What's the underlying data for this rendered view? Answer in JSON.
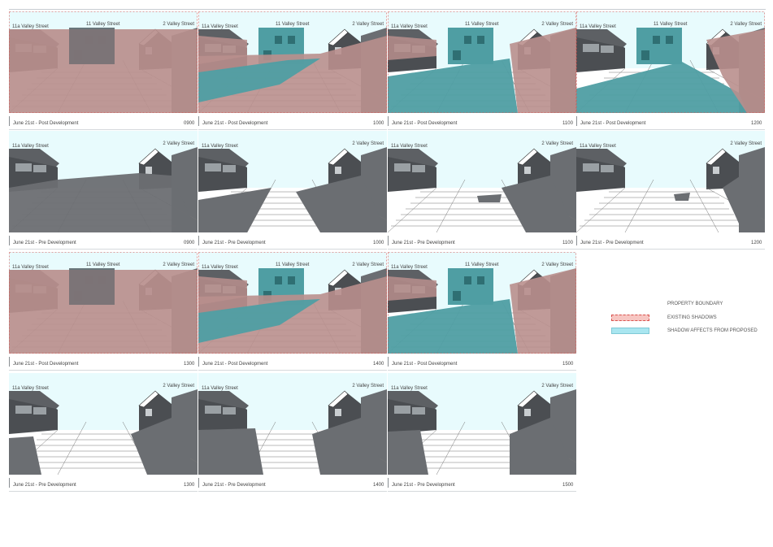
{
  "street_labels": {
    "left": "11a Valley Street",
    "center": "11 Valley Street",
    "right": "2 Valley Street"
  },
  "rows": [
    {
      "row_id": "post-1",
      "condition": "post",
      "panels": [
        {
          "caption": "June 21st - Post Development",
          "time": "0900"
        },
        {
          "caption": "June 21st - Post Development",
          "time": "1000"
        },
        {
          "caption": "June 21st - Post Development",
          "time": "1100"
        },
        {
          "caption": "June 21st - Post Development",
          "time": "1200"
        }
      ]
    },
    {
      "row_id": "pre-1",
      "condition": "pre",
      "panels": [
        {
          "caption": "June 21st - Pre Development",
          "time": "0900"
        },
        {
          "caption": "June 21st - Pre Development",
          "time": "1000"
        },
        {
          "caption": "June 21st - Pre Development",
          "time": "1100"
        },
        {
          "caption": "June 21st - Pre Development",
          "time": "1200"
        }
      ]
    },
    {
      "row_id": "post-2",
      "condition": "post",
      "panels": [
        {
          "caption": "June 21st - Post Development",
          "time": "1300"
        },
        {
          "caption": "June 21st - Post Development",
          "time": "1400"
        },
        {
          "caption": "June 21st - Post Development",
          "time": "1500"
        }
      ]
    },
    {
      "row_id": "pre-2",
      "condition": "pre",
      "panels": [
        {
          "caption": "June 21st - Pre Development",
          "time": "1300"
        },
        {
          "caption": "June 21st - Pre Development",
          "time": "1400"
        },
        {
          "caption": "June 21st - Pre Development",
          "time": "1500"
        }
      ]
    }
  ],
  "legend": {
    "items": [
      {
        "label": "PROPERTY BOUNDARY",
        "swatch": "none"
      },
      {
        "label": "EXISTING SHADOWS",
        "swatch": "existing"
      },
      {
        "label": "SHADOW AFFECTS FROM PROPOSED",
        "swatch": "proposed"
      }
    ]
  },
  "colors": {
    "sky": "#e8fbfd",
    "existing_shadow": "#b98f8d",
    "proposed_shadow": "#4f9ea3",
    "ground_shadow": "#6b6e72",
    "building_dark": "#4b4e52",
    "boundary": "#d9534f",
    "legend_existing_fill": "#f7c6c2",
    "legend_proposed_fill": "#a9e6f0"
  }
}
